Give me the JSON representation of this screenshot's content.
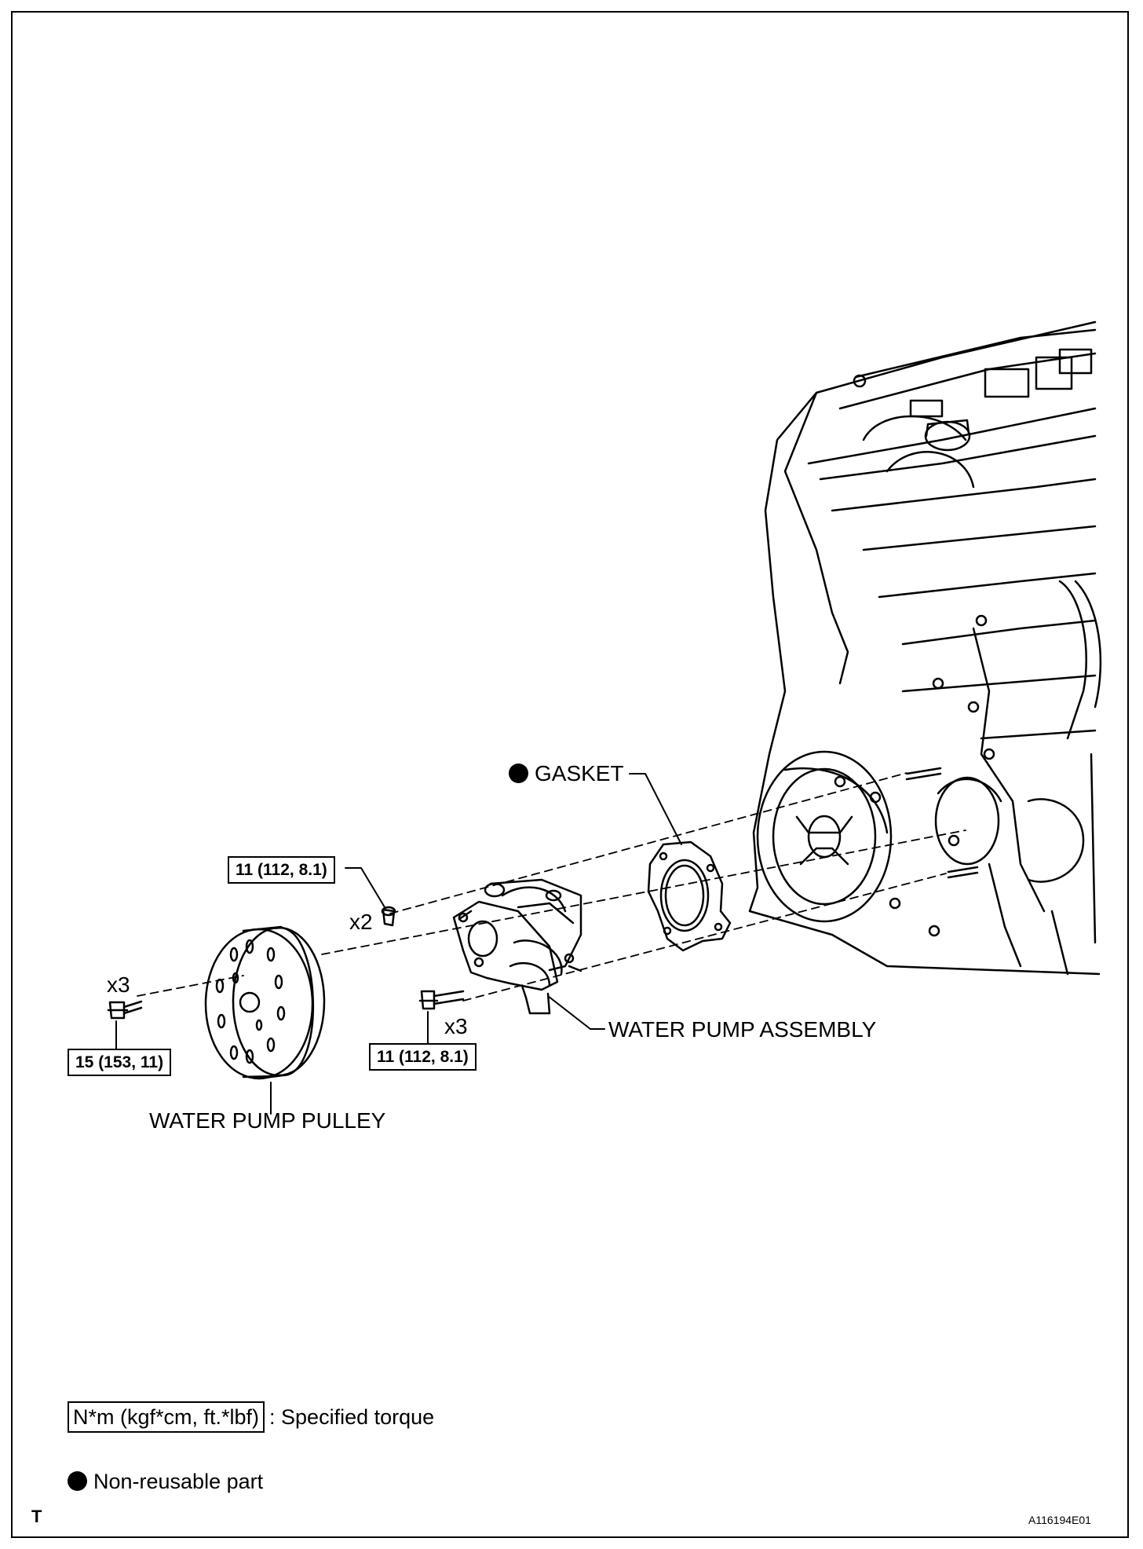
{
  "labels": {
    "gasket": "GASKET",
    "water_pump_assembly": "WATER PUMP ASSEMBLY",
    "water_pump_pulley": "WATER PUMP PULLEY"
  },
  "quantities": {
    "nut_qty": "x2",
    "pulley_bolt_qty": "x3",
    "pump_bolt_qty": "x3"
  },
  "torques": {
    "nut": "11 (112, 8.1)",
    "pulley_bolts": "15 (153, 11)",
    "pump_bolts": "11 (112, 8.1)"
  },
  "legend": {
    "torque_unit": "N*m (kgf*cm, ft.*lbf)",
    "torque_desc": ": Specified torque",
    "non_reusable": "Non-reusable part"
  },
  "footer": {
    "corner_mark": "T",
    "figure_id": "A116194E01"
  }
}
